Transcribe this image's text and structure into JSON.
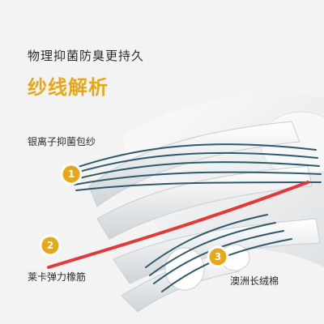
{
  "header": {
    "subtitle": "物理抑菌防臭更持久",
    "title": "纱线解析"
  },
  "callouts": [
    {
      "number": "1",
      "label": "银离子抑菌包纱"
    },
    {
      "number": "2",
      "label": "莱卡弹力橡筋"
    },
    {
      "number": "3",
      "label": "澳洲长绒棉"
    }
  ],
  "colors": {
    "accent": "#e6a817",
    "elastic_red": "#e03a3a",
    "silver_thread": "#2f5a6b",
    "cotton": "#ffffff"
  }
}
